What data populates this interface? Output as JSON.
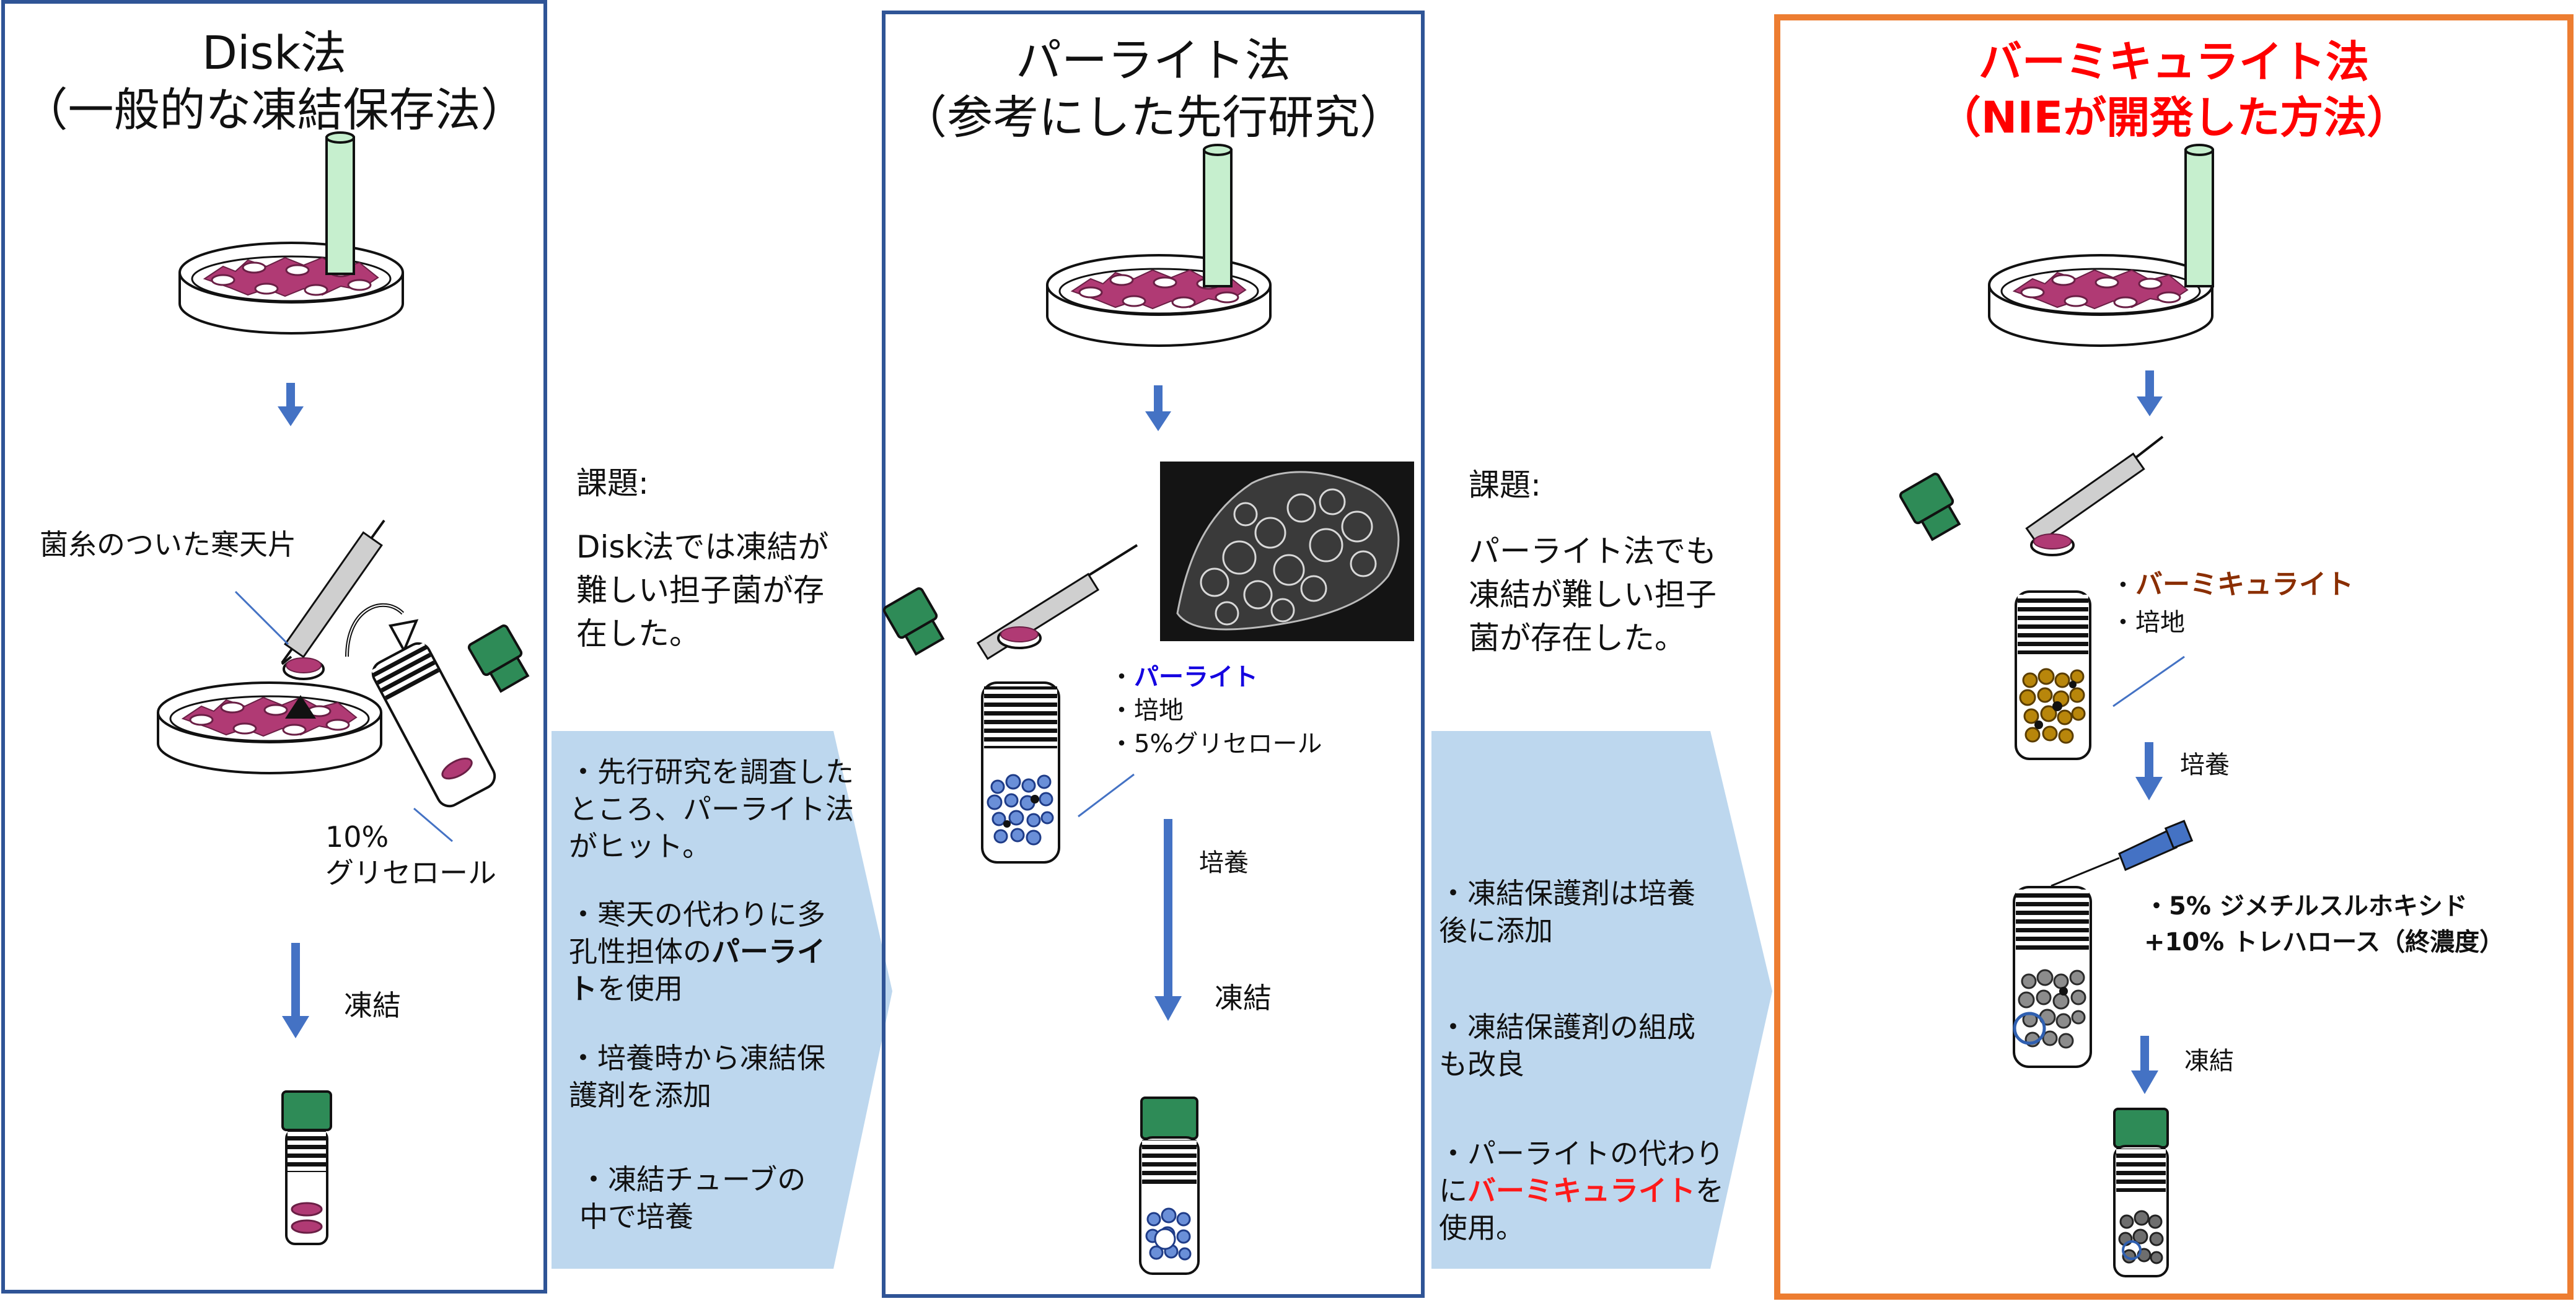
{
  "panel1": {
    "title_line1": "Disk法",
    "title_line2": "（一般的な凍結保存法）",
    "label_agar": "菌糸のついた寒天片",
    "label_glycerol_1": "10%",
    "label_glycerol_2": "グリセロール",
    "label_freeze": "凍結"
  },
  "issue1": {
    "heading": "課題:",
    "line1": "Disk法では凍結が",
    "line2": "難しい担子菌が存",
    "line3": "在した。"
  },
  "arrow1": {
    "b1_line1": "・先行研究を調査した",
    "b1_line2": "ところ、パーライト法",
    "b1_line3": "がヒット。",
    "b2_line1": "・寒天の代わりに多",
    "b2_line2a": "孔性担体の",
    "b2_line2b": "パーライ",
    "b2_line3a": "ト",
    "b2_line3b": "を使用",
    "b3_line1": "・培養時から凍結保",
    "b3_line2": "護剤を添加",
    "b4_line1": "・凍結チューブの",
    "b4_line2": "中で培養"
  },
  "panel2": {
    "title_line1": "パーライト法",
    "title_line2": "（参考にした先行研究）",
    "ing1_prefix": "・",
    "ing1": "パーライト",
    "ing2": "・培地",
    "ing3": "・5%グリセロール",
    "label_culture": "培養",
    "label_freeze": "凍結"
  },
  "issue2": {
    "heading": "課題:",
    "line1": "パーライト法でも",
    "line2": "凍結が難しい担子",
    "line3": "菌が存在した。"
  },
  "arrow2": {
    "b1_line1": "・凍結保護剤は培養",
    "b1_line2": "後に添加",
    "b2_line1": "・凍結保護剤の組成",
    "b2_line2": "も改良",
    "b3_line1": "・パーライトの代わり",
    "b3_line2a": "に",
    "b3_line2b": "バーミキュライト",
    "b3_line2c": "を",
    "b3_line3": "使用。"
  },
  "panel3": {
    "title_line1": "バーミキュライト法",
    "title_line2": "（NIEが開発した方法）",
    "ing1_prefix": "・",
    "ing1": "バーミキュライト",
    "ing2": "・培地",
    "label_culture": "培養",
    "additive_line1": "・5% ジメチルスルホキシド",
    "additive_line2": "+10% トレハロース（終濃度）",
    "label_freeze": "凍結"
  },
  "colors": {
    "panel_border_blue": "#2f5496",
    "panel_border_orange": "#ed7d31",
    "chevron_fill": "#bdd7ee",
    "arrow_blue": "#4472c4",
    "cap_green": "#2e8b57",
    "rod_green": "#c6efce",
    "agar_magenta": "#b03a74"
  }
}
